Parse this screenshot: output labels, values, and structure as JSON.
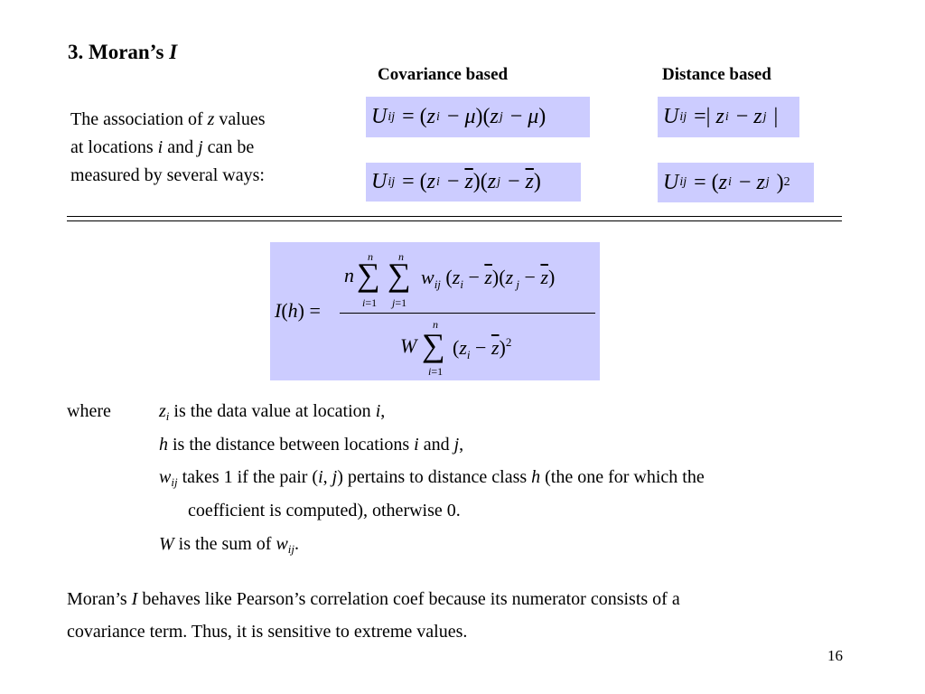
{
  "slide": {
    "title_prefix": "3. Moran’s ",
    "title_symbol": "I",
    "page_number": "16"
  },
  "headers": {
    "covariance": "Covariance based",
    "distance": "Distance based"
  },
  "intro": {
    "line1_a": "The association of ",
    "line1_z": "z",
    "line1_b": " values",
    "line2_a": "at locations ",
    "line2_i": "i",
    "line2_b": " and ",
    "line2_j": "j",
    "line2_c": " can be",
    "line3": "measured by several ways:"
  },
  "definitions": {
    "where": "where",
    "z_sym": "z",
    "z_sub": "i",
    "z_text": " is the data value at location ",
    "z_i": "i",
    "z_end": ",",
    "h_sym": "h",
    "h_text": " is the distance between locations ",
    "h_i": "i",
    "h_and": " and ",
    "h_j": "j",
    "h_end": ",",
    "w_sym": "w",
    "w_sub": "ij",
    "w_text1": " takes 1 if the pair (",
    "w_i": "i",
    "w_comma": ", ",
    "w_j": "j",
    "w_text2": ") pertains to distance class ",
    "w_h": "h",
    "w_text3": " (the one for which the",
    "w_line2": "coefficient is computed), otherwise 0.",
    "W_sym": "W",
    "W_text": " is the sum of ",
    "W_w": "w",
    "W_sub": "ij",
    "W_end": "."
  },
  "conclusion": {
    "line1_a": "Moran’s ",
    "line1_I": "I",
    "line1_b": " behaves like Pearson’s correlation coef because its numerator consists of a",
    "line2": "covariance term. Thus, it is sensitive to extreme values."
  }
}
